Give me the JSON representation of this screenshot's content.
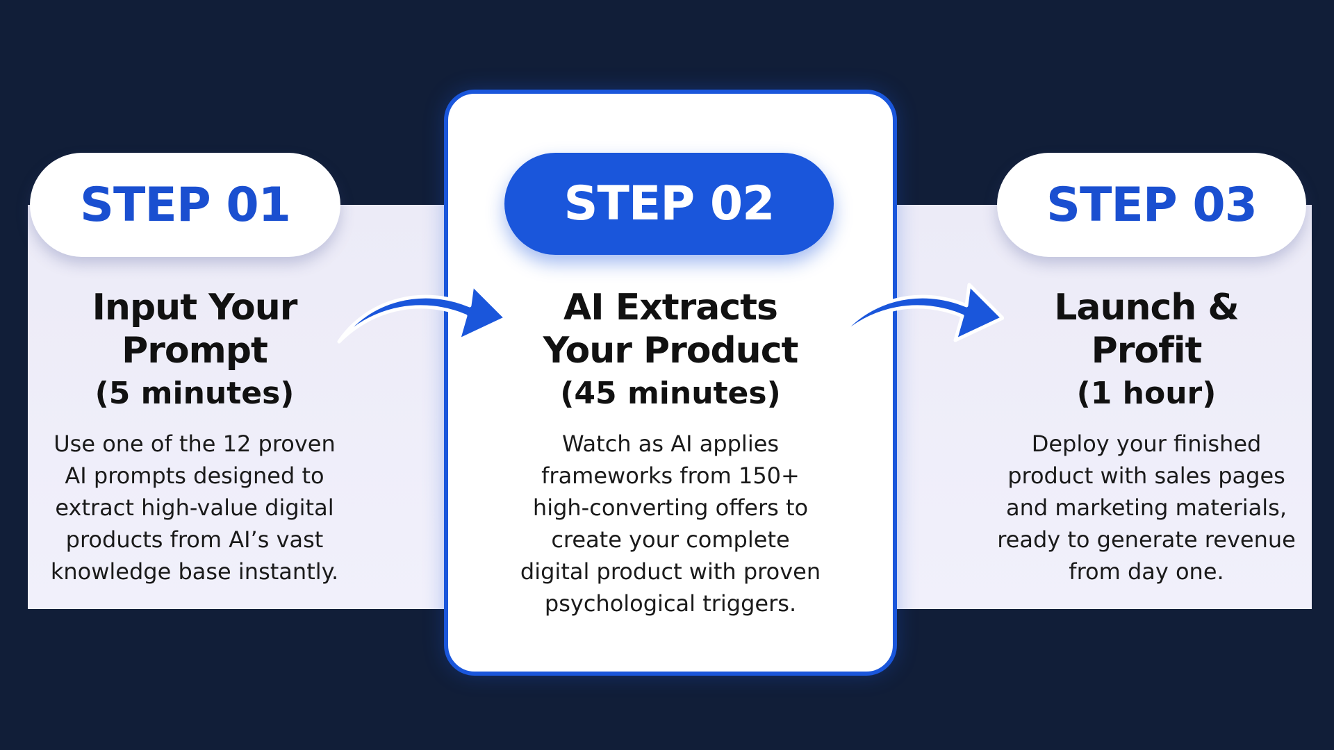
{
  "steps": [
    {
      "label": "STEP 01",
      "title_lines": [
        "Input Your",
        "Prompt"
      ],
      "duration": "(5 minutes)",
      "body_lines": [
        "Use one of the 12 proven",
        "AI prompts designed to",
        "extract high-value digital",
        "products from AI’s vast",
        "knowledge base instantly."
      ]
    },
    {
      "label": "STEP 02",
      "title_lines": [
        "AI Extracts",
        "Your Product"
      ],
      "duration": "(45 minutes)",
      "body_lines": [
        "Watch as AI applies",
        "frameworks from 150+",
        "high-converting offers to",
        "create your complete",
        "digital product with proven",
        "psychological triggers."
      ]
    },
    {
      "label": "STEP 03",
      "title_lines": [
        "Launch &",
        "Profit"
      ],
      "duration": "(1 hour)",
      "body_lines": [
        "Deploy your finished",
        "product with sales pages",
        "and marketing materials,",
        "ready to generate revenue",
        "from day one."
      ]
    }
  ],
  "colors": {
    "background": "#111e38",
    "accent": "#1a56db",
    "panel": "#eeedf8"
  }
}
